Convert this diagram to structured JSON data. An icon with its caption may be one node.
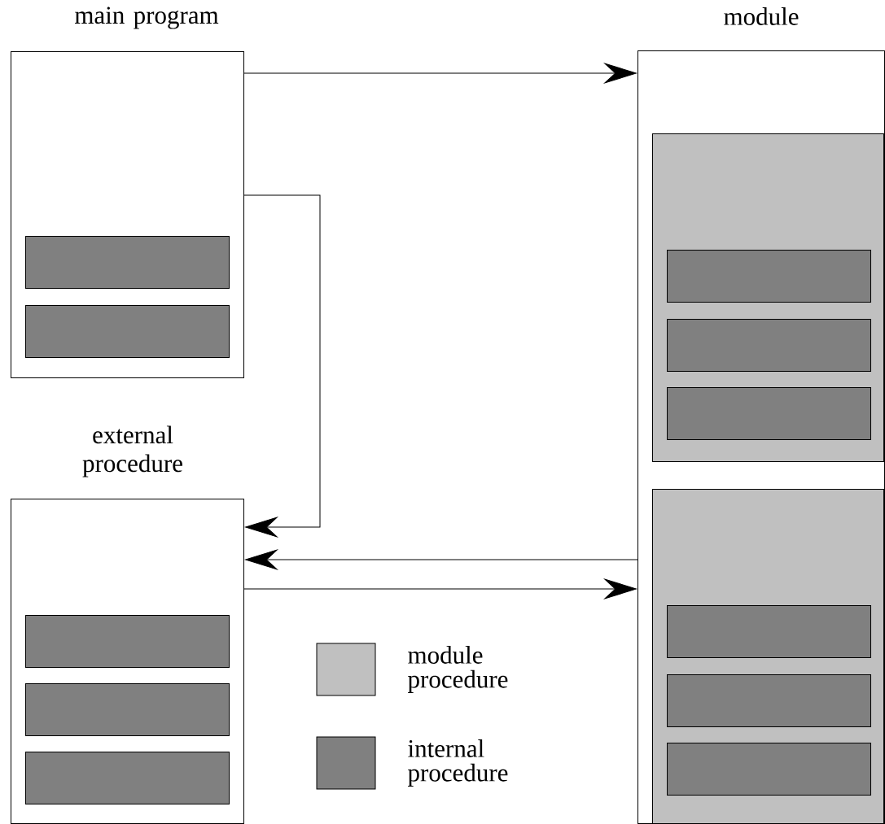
{
  "diagram": {
    "nodes": [
      {
        "text": [
          "main program"
        ]
      },
      {
        "text": [],
        "shape": "box",
        "in": 0
      },
      {
        "text": [],
        "shape": "box",
        "in": 0
      },
      {
        "text": [
          "module"
        ]
      },
      {
        "text": [],
        "shape": "box",
        "in": 3
      },
      {
        "text": [],
        "shape": "box",
        "in": 4
      },
      {
        "text": [],
        "shape": "box",
        "in": 4
      },
      {
        "text": [],
        "shape": "box",
        "in": 4
      },
      {
        "text": [],
        "shape": "box",
        "in": 3
      },
      {
        "text": [],
        "shape": "box",
        "in": 8
      },
      {
        "text": [],
        "shape": "box",
        "in": 8
      },
      {
        "text": [],
        "shape": "box",
        "in": 8
      },
      {
        "text": [
          "external procedure"
        ]
      },
      {
        "text": [],
        "shape": "box",
        "in": 12
      },
      {
        "text": [],
        "shape": "box",
        "in": 12
      },
      {
        "text": [],
        "shape": "box",
        "in": 12
      }
    ],
    "edges": [
      {
        "from": 0,
        "to": 3,
        "arrow": "to"
      },
      {
        "from": 0,
        "to": 12,
        "arrow": "to"
      },
      {
        "from": 3,
        "to": 12,
        "arrow": "to"
      },
      {
        "from": 12,
        "to": 3,
        "arrow": "to"
      }
    ],
    "legend": [
      {
        "text": "module procedure",
        "color": "#c0c0c0"
      },
      {
        "text": "internal procedure",
        "color": "#808080"
      }
    ]
  }
}
